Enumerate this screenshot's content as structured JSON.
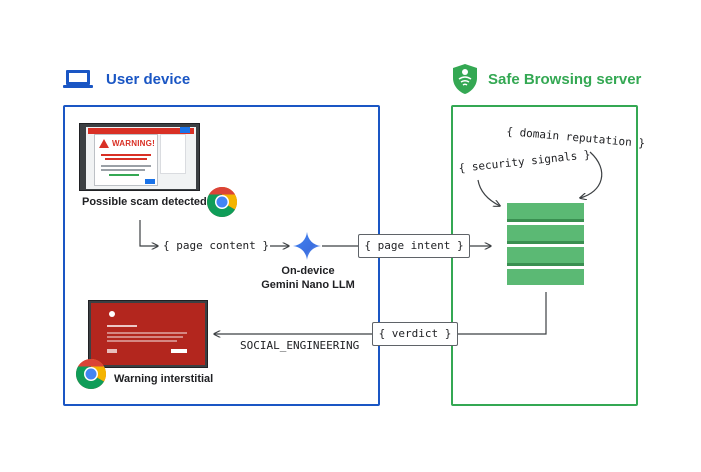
{
  "user_device": {
    "title": "User device",
    "color": "#1a56c4",
    "icon": "laptop-icon",
    "scam_caption": "Possible scam detected",
    "scam_warning_text": "WARNING!",
    "page_content_tag": "{ page content }",
    "llm_caption_line1": "On-device",
    "llm_caption_line2": "Gemini Nano LLM",
    "llm_icon": "gemini-sparkle-icon",
    "interstitial_caption": "Warning interstitial",
    "verdict_value": "SOCIAL_ENGINEERING"
  },
  "server": {
    "title": "Safe Browsing server",
    "color": "#34a853",
    "icon": "safe-browsing-shield-icon",
    "domain_reputation_tag": "{ domain reputation }",
    "security_signals_tag": "{ security signals }",
    "stack_color": "#5bb974"
  },
  "flow": {
    "page_intent_tag": "{ page intent }",
    "verdict_tag": "{ verdict }"
  }
}
